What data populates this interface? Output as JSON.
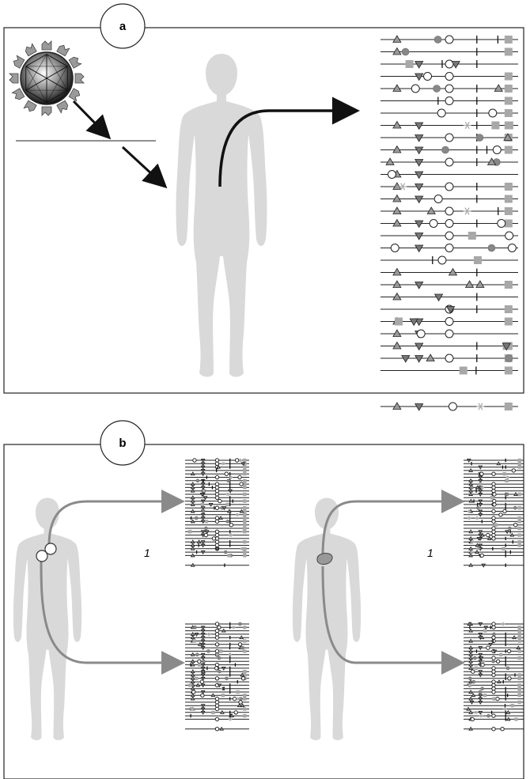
{
  "panels": [
    {
      "id": "a",
      "label": "a"
    },
    {
      "id": "b",
      "label": "b"
    }
  ],
  "panel_b_notes": [
    "1",
    "1"
  ],
  "icons": {
    "virus": "virus-icon",
    "body": "human-silhouette-icon",
    "sample_site": "sample-site-circle-icon",
    "tumor": "tumor-lesion-icon"
  },
  "marker_symbols": [
    "tick",
    "triangle-up",
    "triangle-down",
    "open-circle",
    "filled-circle",
    "asterisk",
    "square"
  ],
  "colors": {
    "silhouette": "#d9d9d9",
    "arrow_black": "#111111",
    "arrow_grey": "#8a8a8a",
    "line": "#222222",
    "marker_grey": "#a8a8a8",
    "marker_dark": "#777777",
    "virus_spikes": "#9a9a9a"
  }
}
